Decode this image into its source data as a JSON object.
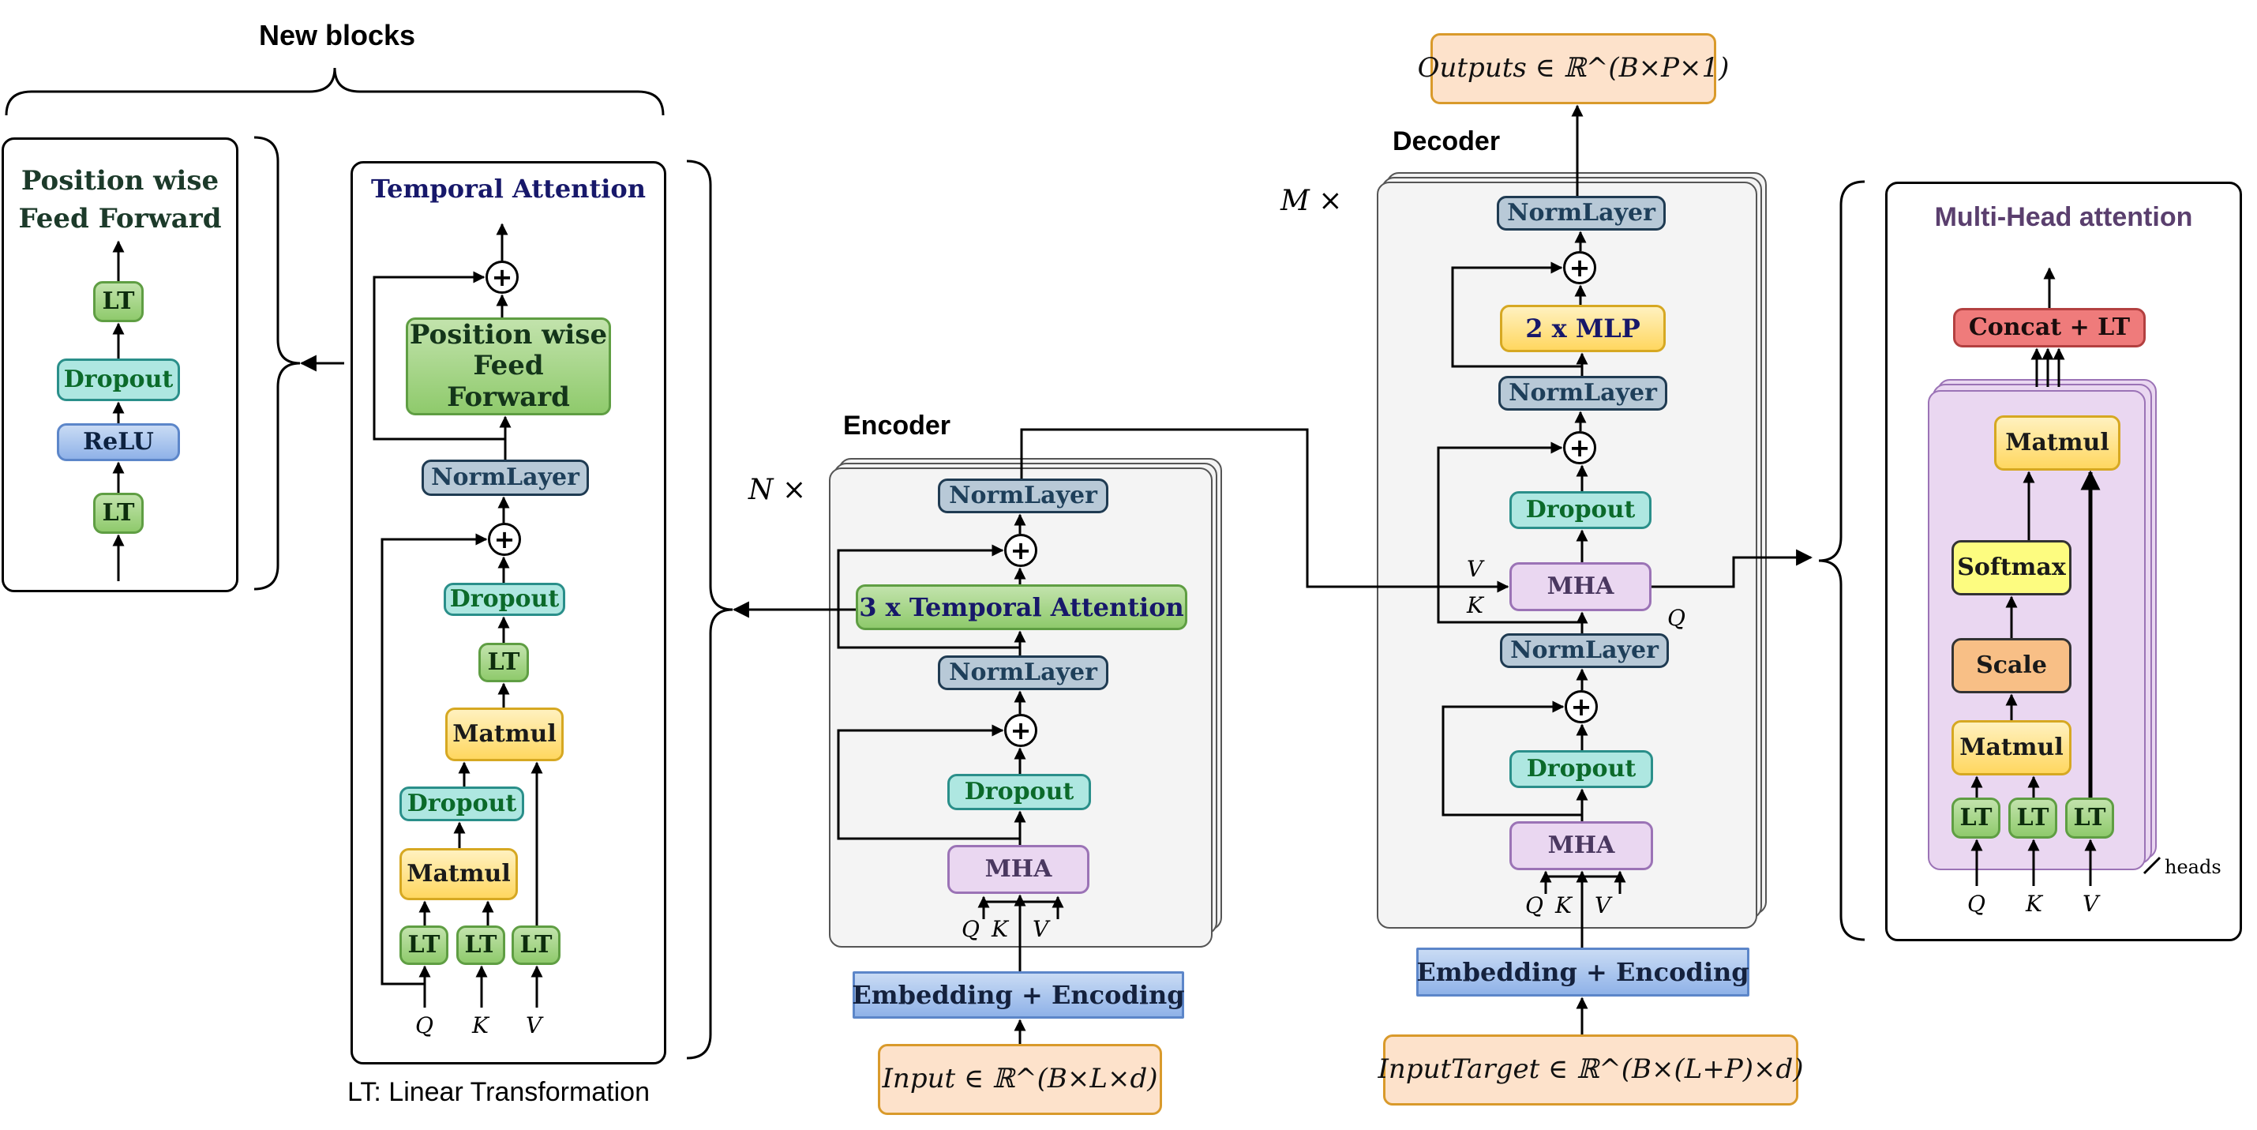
{
  "new_blocks": {
    "title": "New blocks",
    "legend": "LT: Linear Transformation",
    "ff_panel": {
      "title_line1": "Position wise",
      "title_line2": "Feed Forward",
      "lt_top": "LT",
      "dropout": "Dropout",
      "relu": "ReLU",
      "lt_bottom": "LT"
    },
    "ta_panel": {
      "title": "Temporal Attention",
      "pwff_line1": "Position wise",
      "pwff_line2": "Feed Forward",
      "norm": "NormLayer",
      "dropout_top": "Dropout",
      "lt_mid": "LT",
      "matmul_top": "Matmul",
      "dropout_mid": "Dropout",
      "matmul_bottom": "Matmul",
      "lt_q": "LT",
      "lt_k": "LT",
      "lt_v": "LT",
      "q": "Q",
      "k": "K",
      "v": "V"
    }
  },
  "encoder": {
    "title": "Encoder",
    "repeat": "N ×",
    "norm_top": "NormLayer",
    "temporal_attention": "3 x Temporal Attention",
    "norm_mid": "NormLayer",
    "dropout": "Dropout",
    "mha": "MHA",
    "q": "Q",
    "k": "K",
    "v": "V",
    "embedding": "Embedding + Encoding",
    "input": "Input ∈ ℝ^(B×L×d)"
  },
  "decoder": {
    "title": "Decoder",
    "repeat": "M ×",
    "output": "Outputs ∈ ℝ^(B×P×1)",
    "norm_top": "NormLayer",
    "mlp": "2 x MLP",
    "norm_2": "NormLayer",
    "dropout_top": "Dropout",
    "mha_cross": "MHA",
    "v_label": "V",
    "k_label": "K",
    "q_label": "Q",
    "norm_3": "NormLayer",
    "dropout_bottom": "Dropout",
    "mha_self": "MHA",
    "q": "Q",
    "k": "K",
    "v": "V",
    "embedding": "Embedding + Encoding",
    "input": "InputTarget ∈ ℝ^(B×(L+P)×d)"
  },
  "multi_head": {
    "title": "Multi-Head attention",
    "concat": "Concat + LT",
    "matmul_top": "Matmul",
    "softmax": "Softmax",
    "scale": "Scale",
    "matmul_bottom": "Matmul",
    "lt_q": "LT",
    "lt_k": "LT",
    "lt_v": "LT",
    "q": "Q",
    "k": "K",
    "v": "V",
    "heads": "heads"
  },
  "colors": {
    "lt": "#8fca6c",
    "dropout": "#aee7e1",
    "norm": "#b8c9d7",
    "matmul": "#ffd760",
    "mha": "#ead7f1",
    "embedding": "#8fb2e8",
    "io": "#fde2cb",
    "concat": "#ef7b7b",
    "softmax": "#fdfc80",
    "scale": "#f8bf86",
    "ta_title": "#17186a",
    "mh_title": "#5a3f6e"
  }
}
